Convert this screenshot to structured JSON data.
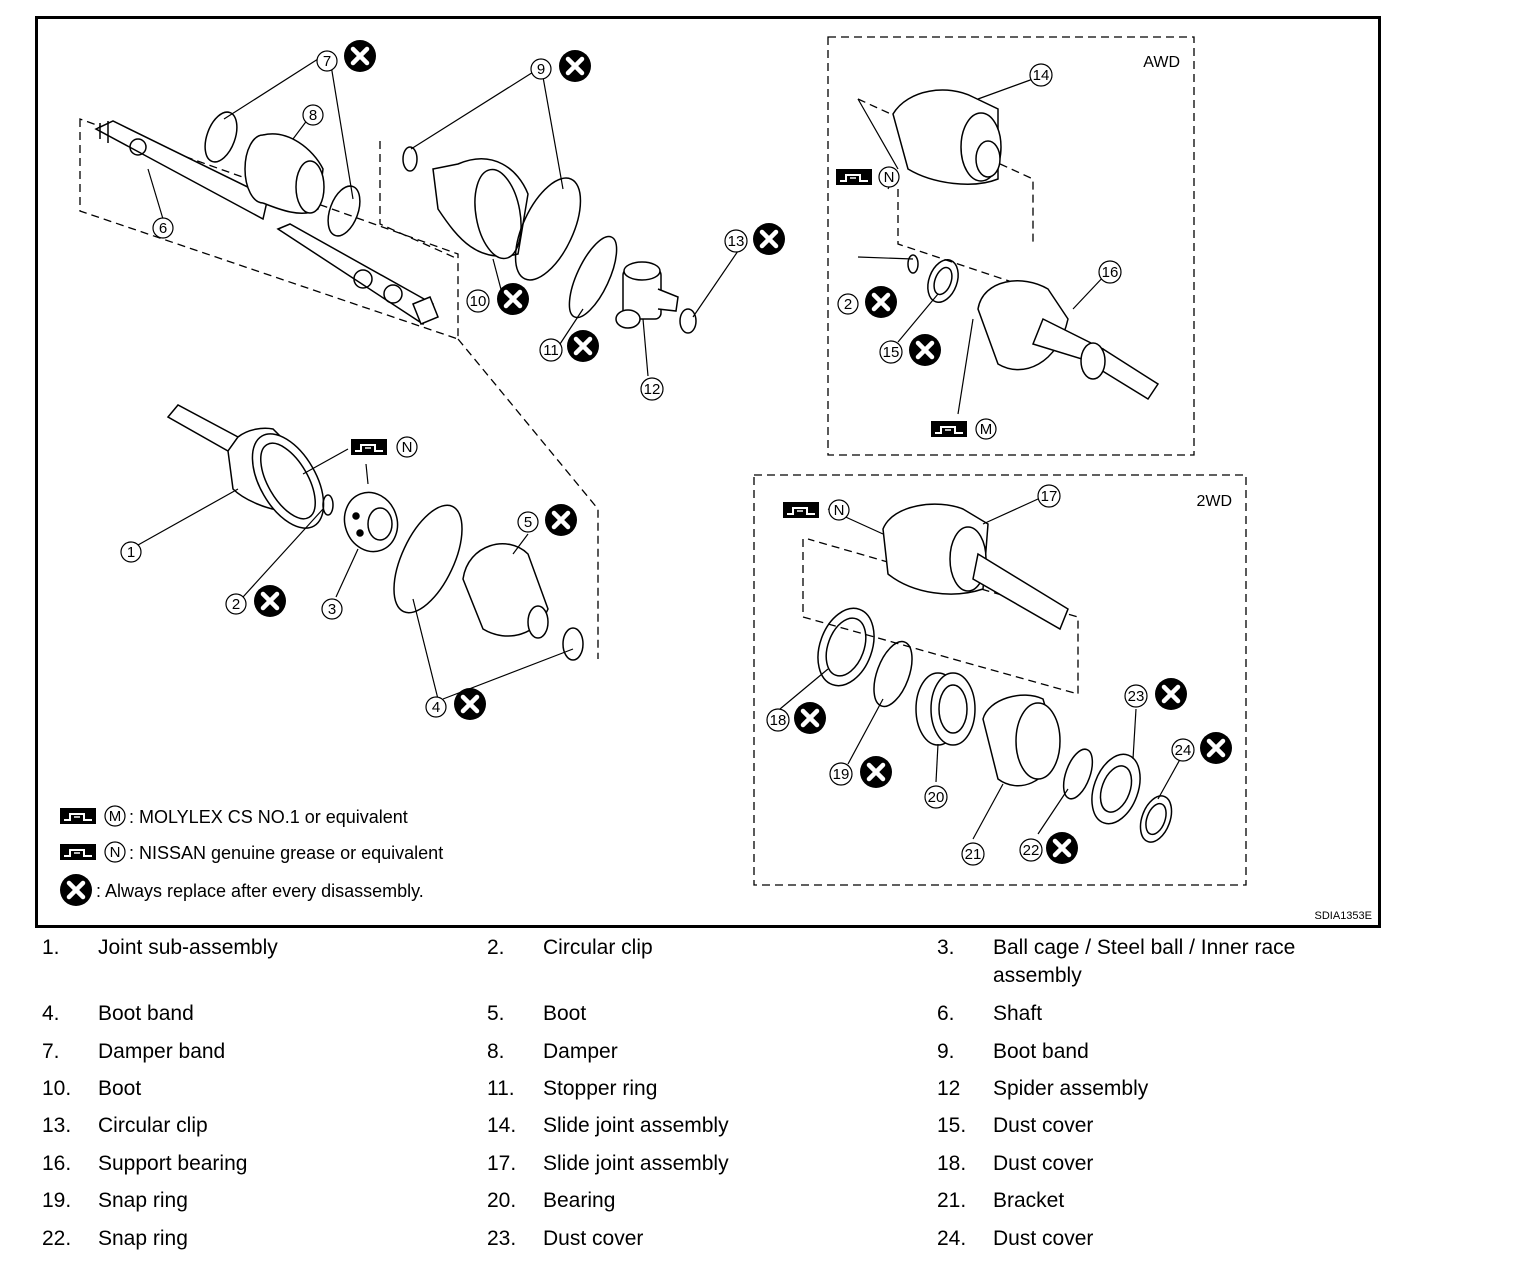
{
  "figure": {
    "figure_id": "SDIA1353E",
    "awd_label": "AWD",
    "twowd_label": "2WD",
    "callout_m": "M",
    "callout_n": "N",
    "legend": [
      {
        "symbol": "M",
        "text": ": MOLYLEX CS NO.1 or equivalent"
      },
      {
        "symbol": "N",
        "text": ": NISSAN genuine grease or equivalent"
      },
      {
        "symbol": "x-mark",
        "text": ": Always replace after every disassembly."
      }
    ],
    "callouts": [
      "1",
      "2",
      "3",
      "4",
      "5",
      "6",
      "7",
      "8",
      "9",
      "10",
      "11",
      "12",
      "13",
      "14",
      "2",
      "15",
      "16",
      "17",
      "18",
      "19",
      "20",
      "21",
      "22",
      "23",
      "24"
    ]
  },
  "parts": [
    {
      "num": "1.",
      "name": "Joint sub-assembly"
    },
    {
      "num": "2.",
      "name": "Circular clip"
    },
    {
      "num": "3.",
      "name": "Ball cage / Steel ball / Inner race assembly"
    },
    {
      "num": "4.",
      "name": "Boot band"
    },
    {
      "num": "5.",
      "name": "Boot"
    },
    {
      "num": "6.",
      "name": "Shaft"
    },
    {
      "num": "7.",
      "name": "Damper band"
    },
    {
      "num": "8.",
      "name": "Damper"
    },
    {
      "num": "9.",
      "name": "Boot band"
    },
    {
      "num": "10.",
      "name": "Boot"
    },
    {
      "num": "11.",
      "name": "Stopper ring"
    },
    {
      "num": "12",
      "name": "Spider assembly"
    },
    {
      "num": "13.",
      "name": "Circular clip"
    },
    {
      "num": "14.",
      "name": "Slide joint assembly"
    },
    {
      "num": "15.",
      "name": "Dust cover"
    },
    {
      "num": "16.",
      "name": "Support bearing"
    },
    {
      "num": "17.",
      "name": "Slide joint assembly"
    },
    {
      "num": "18.",
      "name": "Dust cover"
    },
    {
      "num": "19.",
      "name": "Snap ring"
    },
    {
      "num": "20.",
      "name": "Bearing"
    },
    {
      "num": "21.",
      "name": "Bracket"
    },
    {
      "num": "22.",
      "name": "Snap ring"
    },
    {
      "num": "23.",
      "name": "Dust cover"
    },
    {
      "num": "24.",
      "name": "Dust cover"
    }
  ]
}
